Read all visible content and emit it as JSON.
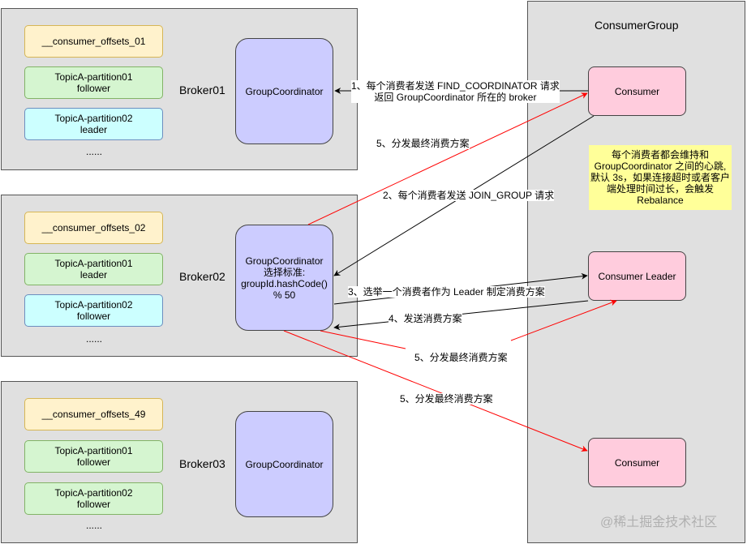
{
  "brokers": [
    {
      "label": "Broker01",
      "offsets": "__consumer_offsets_01",
      "partition": "TopicA-partition01\nfollower",
      "partition2": "TopicA-partition02\nleader",
      "dots": "......",
      "coordinator": "GroupCoordinator"
    },
    {
      "label": "Broker02",
      "offsets": "__consumer_offsets_02",
      "partition": "TopicA-partition01\nleader",
      "partition2": "TopicA-partition02\nfollower",
      "dots": "......",
      "coordinator": "GroupCoordinator\n选择标准:\ngroupId.hashCode()\n% 50"
    },
    {
      "label": "Broker03",
      "offsets": "__consumer_offsets_49",
      "partition": "TopicA-partition01\nfollower",
      "partition2": "TopicA-partition02\nfollower",
      "dots": "......",
      "coordinator": "GroupCoordinator"
    }
  ],
  "consumer_group": {
    "title": "ConsumerGroup",
    "consumer_top": "Consumer",
    "consumer_leader": "Consumer Leader",
    "consumer_bottom": "Consumer",
    "note": "每个消费者都会维持和\nGroupCoordinator 之间的心跳,\n默认 3s，如果连接超时或者客户\n端处理时间过长，会触发\nRebalance"
  },
  "edges": {
    "step1": "1、每个消费者发送 FIND_COORDINATOR 请求\n返回 GroupCoordinator 所在的 broker",
    "step2": "2、每个消费者发送 JOIN_GROUP 请求",
    "step3": "3、选举一个消费者作为 Leader 制定消费方案",
    "step4": "4、发送消费方案",
    "step5a": "5、分发最终消费方案",
    "step5b": "5、分发最终消费方案",
    "step5c": "5、分发最终消费方案"
  },
  "colors": {
    "black_arrow": "#000000",
    "red_arrow": "#ff0000"
  },
  "watermark": "@稀土掘金技术社区"
}
